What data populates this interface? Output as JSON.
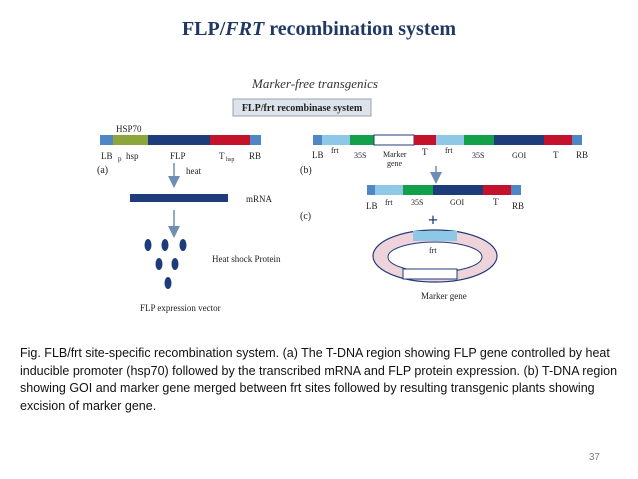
{
  "title": {
    "main": "FLP/",
    "italic": "FRT",
    "rest": " recombination system"
  },
  "figure": {
    "heading": "Marker-free transgenics",
    "system_label": "FLP/frt recombinase system",
    "panel_a": {
      "tag": "(a)",
      "hsp70": "HSP70",
      "lb": "LB",
      "p": "p",
      "hsp": "hsp",
      "flp": "FLP",
      "t": "T",
      "t_sub": "hsp",
      "rb": "RB",
      "heat": "heat",
      "mrna": "mRNA",
      "protein": "Heat shock Protein",
      "vector": "FLP expression vector"
    },
    "panel_b": {
      "tag": "(b)",
      "lb": "LB",
      "frt1": "frt",
      "s35_1": "35S",
      "marker1": "Marker",
      "marker2": "gene",
      "t1": "T",
      "frt2": "frt",
      "s35_2": "35S",
      "goi": "GOI",
      "t2": "T",
      "rb": "RB"
    },
    "panel_c": {
      "tag": "(c)",
      "lb": "LB",
      "frt": "frt",
      "s35": "35S",
      "goi": "GOI",
      "t": "T",
      "rb": "RB",
      "plus": "+",
      "ring_frt": "frt",
      "marker_gene": "Marker gene"
    },
    "colors": {
      "navy": "#1f3c7a",
      "blue": "#4f86c6",
      "light_blue": "#8ec8e6",
      "green": "#12a04a",
      "red": "#c4122c",
      "olive": "#8ca63c",
      "arrow": "#6e8fb3"
    }
  },
  "caption": "Fig. FLB/frt site-specific recombination system. (a) The T-DNA region showing FLP gene controlled by heat inducible promoter (hsp70) followed by the transcribed mRNA and FLP protein expression. (b) T-DNA region showing GOI and marker gene merged between frt sites followed by resulting transgenic plants showing excision of marker gene.",
  "page_number": "37"
}
